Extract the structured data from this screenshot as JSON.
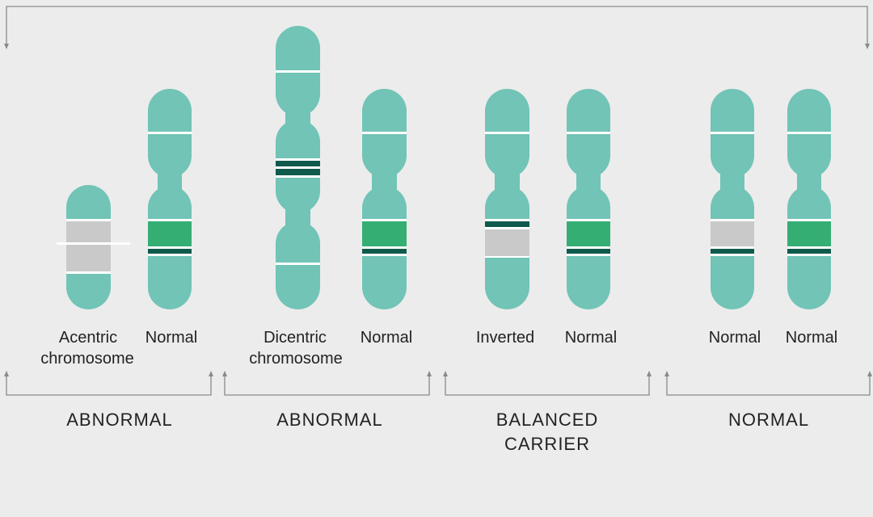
{
  "colors": {
    "background": "#ececec",
    "chromosome": "#71c4b6",
    "band_white": "#ffffff",
    "band_dark": "#0f5a4c",
    "band_green": "#35ae74",
    "segment_gray": "#c9c9c9",
    "bracket": "#8a8a8a"
  },
  "chromosome_labels": {
    "acentric": [
      "Acentric",
      "chromosome"
    ],
    "normal_1": "Normal",
    "dicentric": [
      "Dicentric",
      "chromosome"
    ],
    "normal_2": "Normal",
    "inverted": "Inverted",
    "normal_3": "Normal",
    "normal_4": "Normal",
    "normal_5": "Normal"
  },
  "groups": {
    "abnormal_1": [
      "ABNORMAL"
    ],
    "abnormal_2": [
      "ABNORMAL"
    ],
    "balanced_carrier": [
      "BALANCED",
      "CARRIER"
    ],
    "normal": [
      "NORMAL"
    ]
  }
}
